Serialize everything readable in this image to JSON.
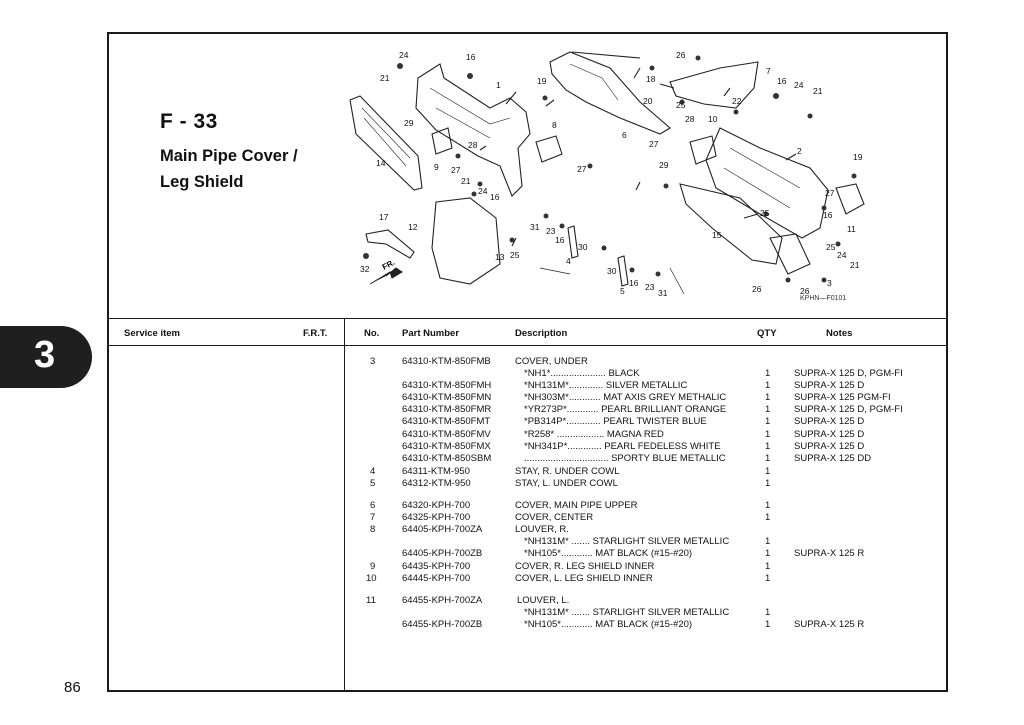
{
  "header": {
    "code": "F - 33",
    "title_line1": "Main Pipe Cover /",
    "title_line2": "Leg Shield",
    "diagram_ref": "KPHN—F0101"
  },
  "chapter": "3",
  "page_number": "86",
  "table_headers": {
    "service_item": "Service item",
    "frt": "F.R.T.",
    "no": "No.",
    "part_number": "Part Number",
    "description": "Description",
    "qty": "QTY",
    "notes": "Notes"
  },
  "rows": [
    {
      "no": "3",
      "part": "64310-KTM-850FMB",
      "desc": "COVER, UNDER",
      "sub": "",
      "qty": "",
      "note": ""
    },
    {
      "no": "",
      "part": "",
      "desc": "",
      "sub": "*NH1*..................... BLACK",
      "qty": "1",
      "note": "SUPRA-X 125 D, PGM-FI"
    },
    {
      "no": "",
      "part": "64310-KTM-850FMH",
      "desc": "",
      "sub": "*NH131M*............. SILVER METALLIC",
      "qty": "1",
      "note": "SUPRA-X 125 D"
    },
    {
      "no": "",
      "part": "64310-KTM-850FMN",
      "desc": "",
      "sub": "*NH303M*............ MAT AXIS GREY METHALIC",
      "qty": "1",
      "note": "SUPRA-X 125 PGM-FI"
    },
    {
      "no": "",
      "part": "64310-KTM-850FMR",
      "desc": "",
      "sub": "*YR273P*............ PEARL BRILLIANT ORANGE",
      "qty": "1",
      "note": "SUPRA-X 125 D, PGM-FI"
    },
    {
      "no": "",
      "part": "64310-KTM-850FMT",
      "desc": "",
      "sub": "*PB314P*............. PEARL TWISTER BLUE",
      "qty": "1",
      "note": "SUPRA-X 125 D"
    },
    {
      "no": "",
      "part": "64310-KTM-850FMV",
      "desc": "",
      "sub": "*R258* .................. MAGNA RED",
      "qty": "1",
      "note": "SUPRA-X 125 D"
    },
    {
      "no": "",
      "part": "64310-KTM-850FMX",
      "desc": "",
      "sub": "*NH341P*............. PEARL FEDELESS WHITE",
      "qty": "1",
      "note": "SUPRA-X 125 D"
    },
    {
      "no": "",
      "part": "64310-KTM-850SBM",
      "desc": "",
      "sub": "................................ SPORTY BLUE METALLIC",
      "qty": "1",
      "note": "SUPRA-X 125 DD"
    },
    {
      "no": "4",
      "part": "64311-KTM-950",
      "desc": "STAY, R. UNDER COWL",
      "sub": "",
      "qty": "1",
      "note": ""
    },
    {
      "no": "5",
      "part": "64312-KTM-950",
      "desc": "STAY, L. UNDER COWL",
      "sub": "",
      "qty": "1",
      "note": ""
    },
    {
      "no": "6",
      "part": "64320-KPH-700",
      "desc": "COVER, MAIN PIPE UPPER",
      "sub": "",
      "qty": "1",
      "note": ""
    },
    {
      "no": "7",
      "part": "64325-KPH-700",
      "desc": "COVER, CENTER",
      "sub": "",
      "qty": "1",
      "note": ""
    },
    {
      "no": "8",
      "part": "64405-KPH-700ZA",
      "desc": "LOUVER, R.",
      "sub": "",
      "qty": "",
      "note": ""
    },
    {
      "no": "",
      "part": "",
      "desc": "",
      "sub": "*NH131M* ....... STARLIGHT SILVER METALLIC",
      "qty": "1",
      "note": ""
    },
    {
      "no": "",
      "part": "64405-KPH-700ZB",
      "desc": "",
      "sub": "*NH105*............ MAT BLACK (#15-#20)",
      "qty": "1",
      "note": "SUPRA-X 125 R"
    },
    {
      "no": "9",
      "part": "64435-KPH-700",
      "desc": "COVER, R. LEG SHIELD INNER",
      "sub": "",
      "qty": "1",
      "note": ""
    },
    {
      "no": "10",
      "part": "64445-KPH-700",
      "desc": "COVER, L. LEG SHIELD INNER",
      "sub": "",
      "qty": "1",
      "note": ""
    },
    {
      "no": "11",
      "part": "64455-KPH-700ZA",
      "desc": "LOUVER, L.",
      "sub": "",
      "qty": "",
      "note": ""
    },
    {
      "no": "",
      "part": "",
      "desc": "",
      "sub": "*NH131M* ....... STARLIGHT SILVER METALLIC",
      "qty": "1",
      "note": ""
    },
    {
      "no": "",
      "part": "64455-KPH-700ZB",
      "desc": "",
      "sub": "*NH105*............ MAT BLACK (#15-#20)",
      "qty": "1",
      "note": "SUPRA-X 125 R"
    }
  ],
  "callouts": [
    "24",
    "21",
    "16",
    "1",
    "19",
    "26",
    "18",
    "7",
    "16",
    "24",
    "21",
    "29",
    "14",
    "28",
    "8",
    "9",
    "27",
    "21",
    "24",
    "16",
    "27",
    "20",
    "25",
    "28",
    "10",
    "22",
    "6",
    "27",
    "29",
    "2",
    "19",
    "17",
    "12",
    "31",
    "23",
    "16",
    "30",
    "13",
    "25",
    "4",
    "30",
    "16",
    "23",
    "31",
    "5",
    "15",
    "25",
    "16",
    "11",
    "27",
    "25",
    "24",
    "21",
    "26",
    "3",
    "26",
    "32"
  ],
  "arrow_label": "FR."
}
